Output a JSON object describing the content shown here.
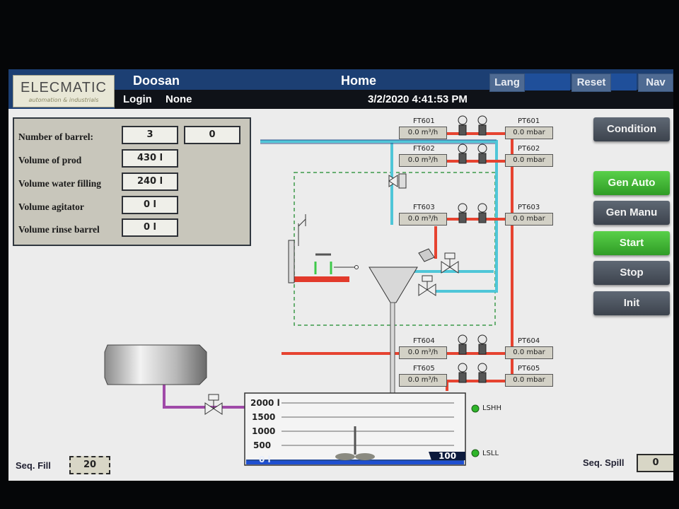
{
  "header": {
    "logo": "ELECMATIC",
    "logo_sub": "automation & industrials",
    "company": "Doosan",
    "screen_title": "Home",
    "lang_btn": "Lang",
    "reset_btn": "Reset",
    "nav_btn": "Nav",
    "login_btn": "Login",
    "user": "None",
    "datetime": "3/2/2020 4:41:53 PM"
  },
  "panel": {
    "rows": [
      {
        "label": "Number of barrel:",
        "value": "3",
        "value2": "0"
      },
      {
        "label": "Volume of prod",
        "value": "430 l"
      },
      {
        "label": "Volume water filling",
        "value": "240 l"
      },
      {
        "label": "Volume agitator",
        "value": "0 l"
      },
      {
        "label": "Volume rinse barrel",
        "value": "0 l"
      }
    ]
  },
  "buttons": {
    "condition": "Condition",
    "gen_auto": "Gen Auto",
    "gen_manu": "Gen Manu",
    "start": "Start",
    "stop": "Stop",
    "init": "Init"
  },
  "instruments": [
    {
      "ft": "FT601",
      "ft_val": "0.0 m³/h",
      "pt": "PT601",
      "pt_val": "0.0 mbar"
    },
    {
      "ft": "FT602",
      "ft_val": "0.0 m³/h",
      "pt": "PT602",
      "pt_val": "0.0 mbar"
    },
    {
      "ft": "FT603",
      "ft_val": "0.0 m³/h",
      "pt": "PT603",
      "pt_val": "0.0 mbar"
    },
    {
      "ft": "FT604",
      "ft_val": "0.0 m³/h",
      "pt": "PT604",
      "pt_val": "0.0 mbar"
    },
    {
      "ft": "FT605",
      "ft_val": "0.0 m³/h",
      "pt": "PT605",
      "pt_val": "0.0 mbar"
    }
  ],
  "tank": {
    "levels": [
      "2000 l",
      "1500",
      "1000",
      "500",
      "0 l"
    ],
    "level_value": "100",
    "lshh": "LSHH",
    "lsll": "LSLL"
  },
  "sequence": {
    "fill_label": "Seq. Fill",
    "fill_value": "20",
    "spill_label": "Seq. Spill",
    "spill_value": "0"
  },
  "colors": {
    "header_blue": "#1c3f73",
    "water_pipe": "#4fc6d8",
    "product_pipe": "#e64330",
    "drain_pipe": "#a04aa8",
    "active_green": "#35a82a",
    "indicator_green": "#2fb52a"
  }
}
